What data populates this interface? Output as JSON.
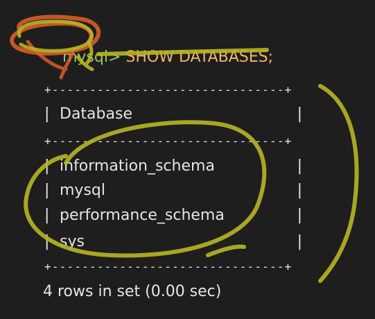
{
  "prompt": {
    "label": "mysql",
    "symbol": ">",
    "command": "SHOW DATABASES;"
  },
  "table": {
    "border": "+-------------------------------+",
    "pipe": "|",
    "header": "Database",
    "rows": [
      "information_schema",
      "mysql",
      "performance_schema",
      "sys"
    ]
  },
  "summary": "4 rows in set (0.00 sec)",
  "colors": {
    "background": "#1e1e1f",
    "prompt": "#9cc36a",
    "command": "#f0b56c",
    "annotation_orange": "#e0622a",
    "annotation_olive": "#b8b523"
  }
}
